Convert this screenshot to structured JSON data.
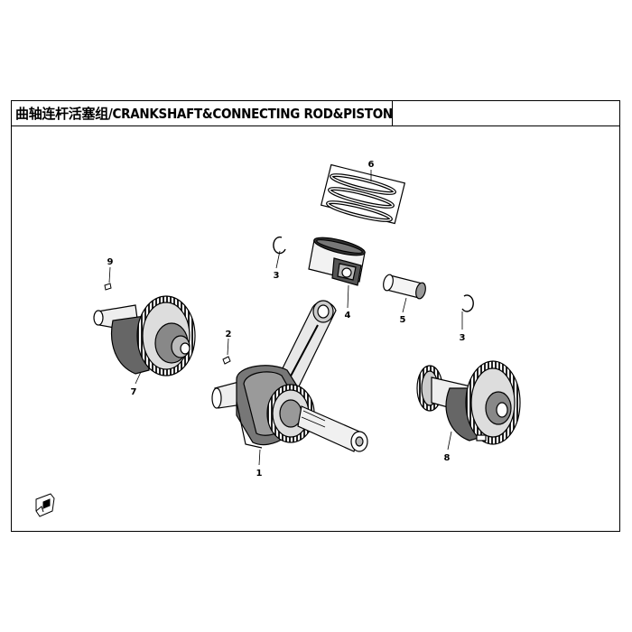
{
  "title": "曲轴连杆活塞组/CRANKSHAFT&CONNECTING ROD&PISTON ASSY",
  "callouts": {
    "c1": "1",
    "c2": "2",
    "c3a": "3",
    "c3b": "3",
    "c4": "4",
    "c5": "5",
    "c6": "6",
    "c7": "7",
    "c8": "8",
    "c9": "9"
  }
}
